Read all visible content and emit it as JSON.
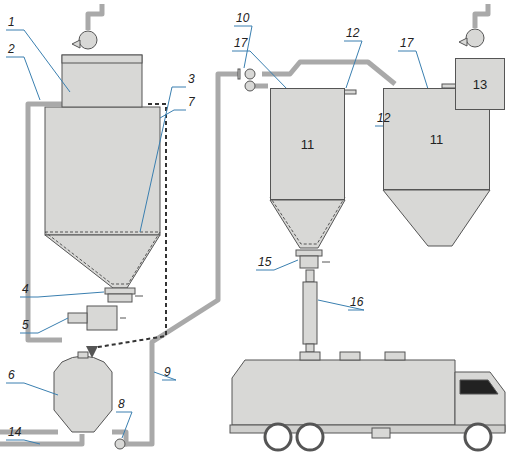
{
  "diagram": {
    "nodes": [
      {
        "text": [
          "11"
        ]
      },
      {
        "text": [
          "11"
        ]
      },
      {
        "text": [
          "13"
        ]
      }
    ],
    "labels": [
      "1",
      "2",
      "3",
      "4",
      "5",
      "6",
      "7",
      "8",
      "9",
      "10",
      "12",
      "12",
      "14",
      "15",
      "16",
      "17",
      "17"
    ]
  }
}
